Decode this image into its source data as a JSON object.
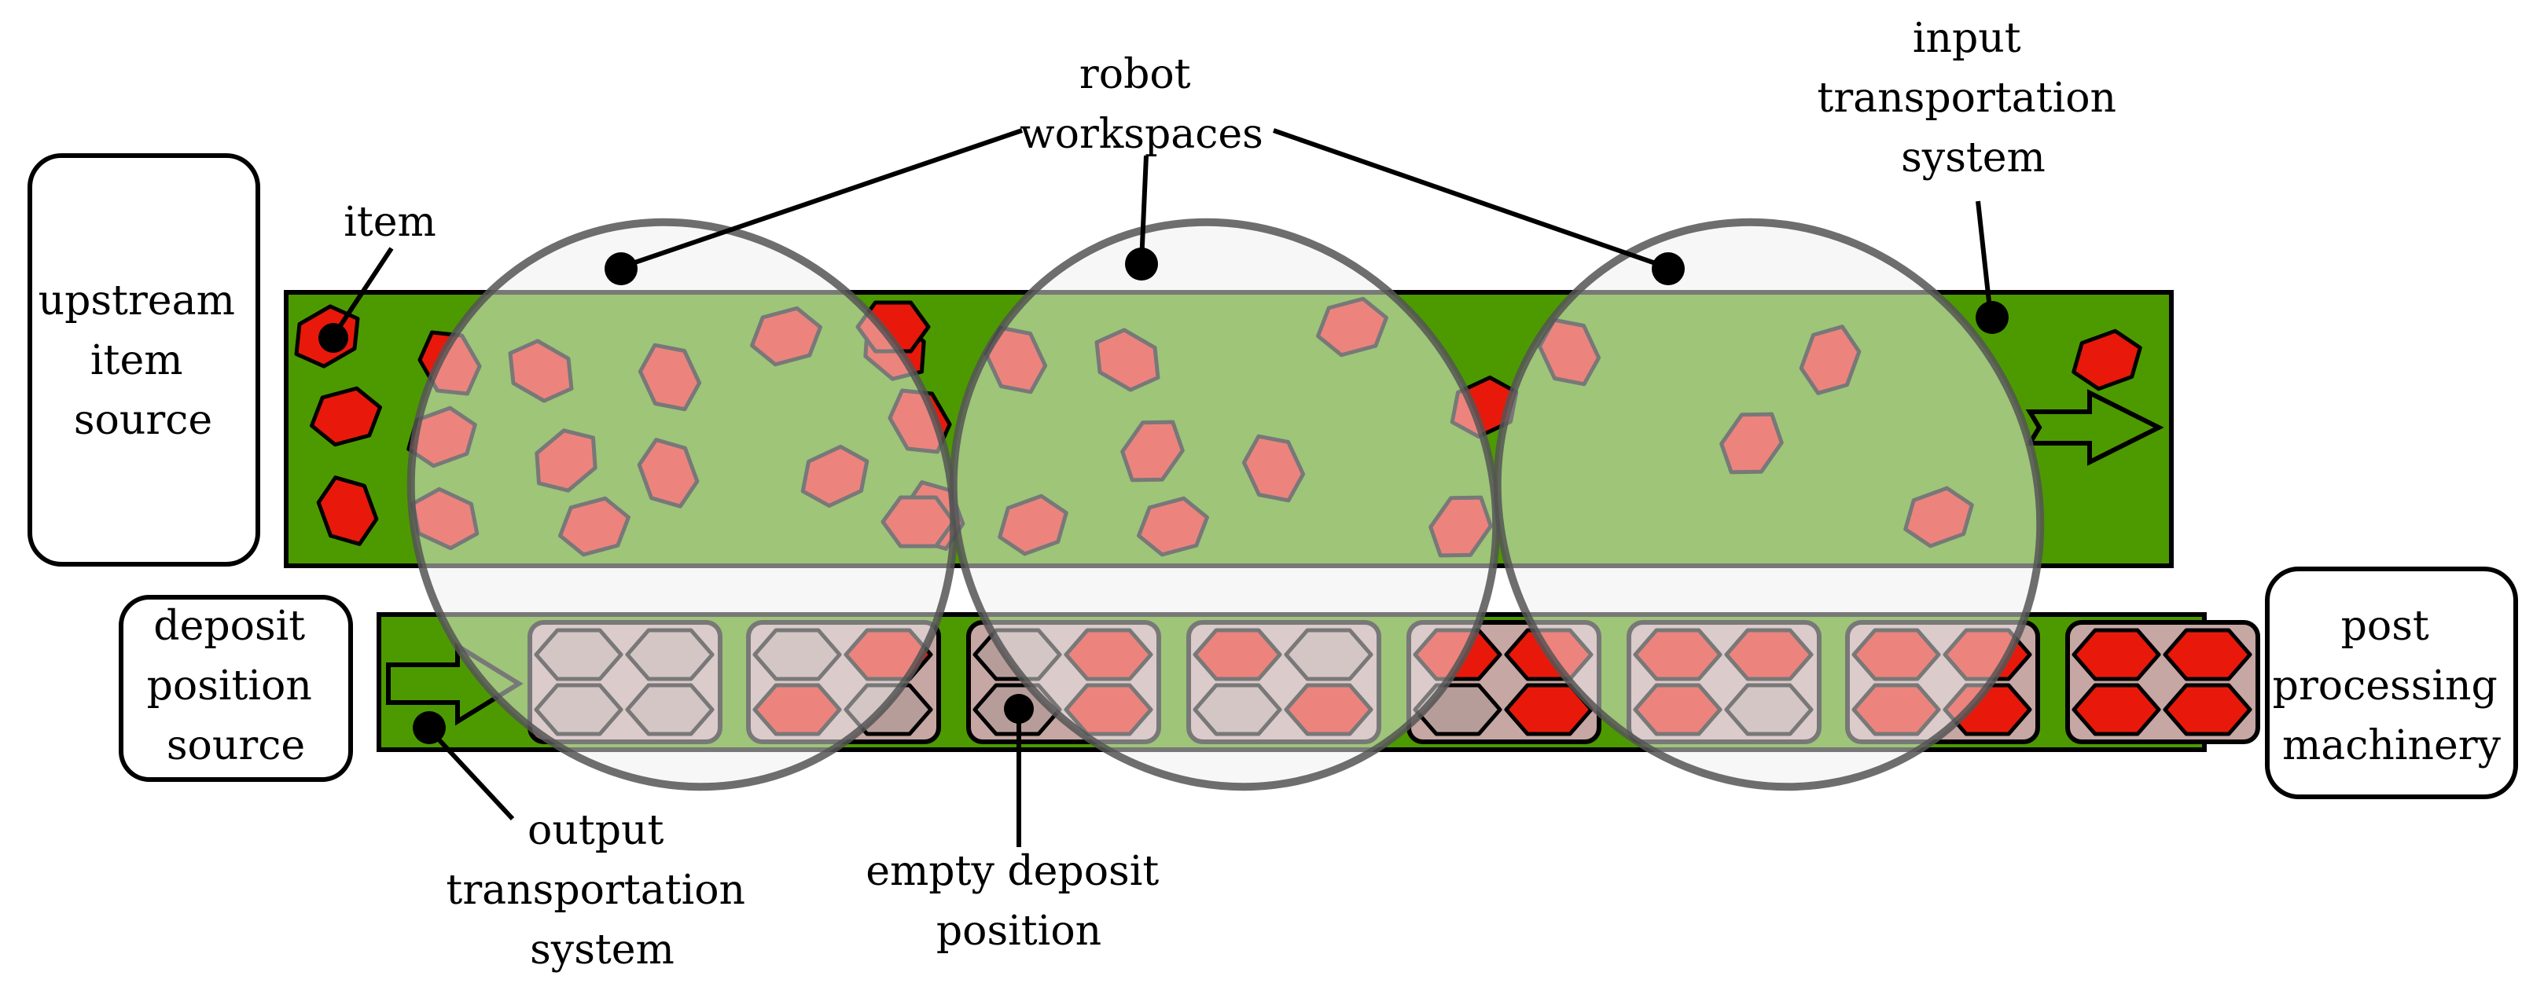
{
  "labels": {
    "robot_workspaces": [
      "robot",
      "workspaces"
    ],
    "input_transportation_system": [
      "input",
      "transportation",
      "system"
    ],
    "item": [
      "item"
    ],
    "upstream_item_source": [
      "upstream",
      "item",
      "source"
    ],
    "deposit_position_source": [
      "deposit",
      "position",
      "source"
    ],
    "post_processing_machinery": [
      "post",
      "processing",
      "machinery"
    ],
    "output_transportation_system": [
      "output",
      "transportation",
      "system"
    ],
    "empty_deposit_position": [
      "empty deposit",
      "position"
    ]
  },
  "colors": {
    "conveyor_green": "#4d9a00",
    "item_red": "#e8190b",
    "item_red_faded": "#d96b5c",
    "tray_fill": "#c6a7a4",
    "slot_empty": "#b79d9a",
    "workspace_fill": "#eeeeee",
    "workspace_stroke": "#555555"
  },
  "trays": [
    {
      "slots": [
        "empty",
        "empty",
        "empty",
        "empty"
      ]
    },
    {
      "slots": [
        "empty",
        "item",
        "item",
        "empty"
      ]
    },
    {
      "slots": [
        "empty",
        "item",
        "empty",
        "item"
      ]
    },
    {
      "slots": [
        "item",
        "empty",
        "empty",
        "item"
      ]
    },
    {
      "slots": [
        "item",
        "item",
        "empty",
        "item"
      ]
    },
    {
      "slots": [
        "item",
        "item",
        "item",
        "empty"
      ]
    },
    {
      "slots": [
        "item",
        "item",
        "item",
        "item"
      ]
    },
    {
      "slots": [
        "item",
        "item",
        "item",
        "item"
      ]
    }
  ]
}
